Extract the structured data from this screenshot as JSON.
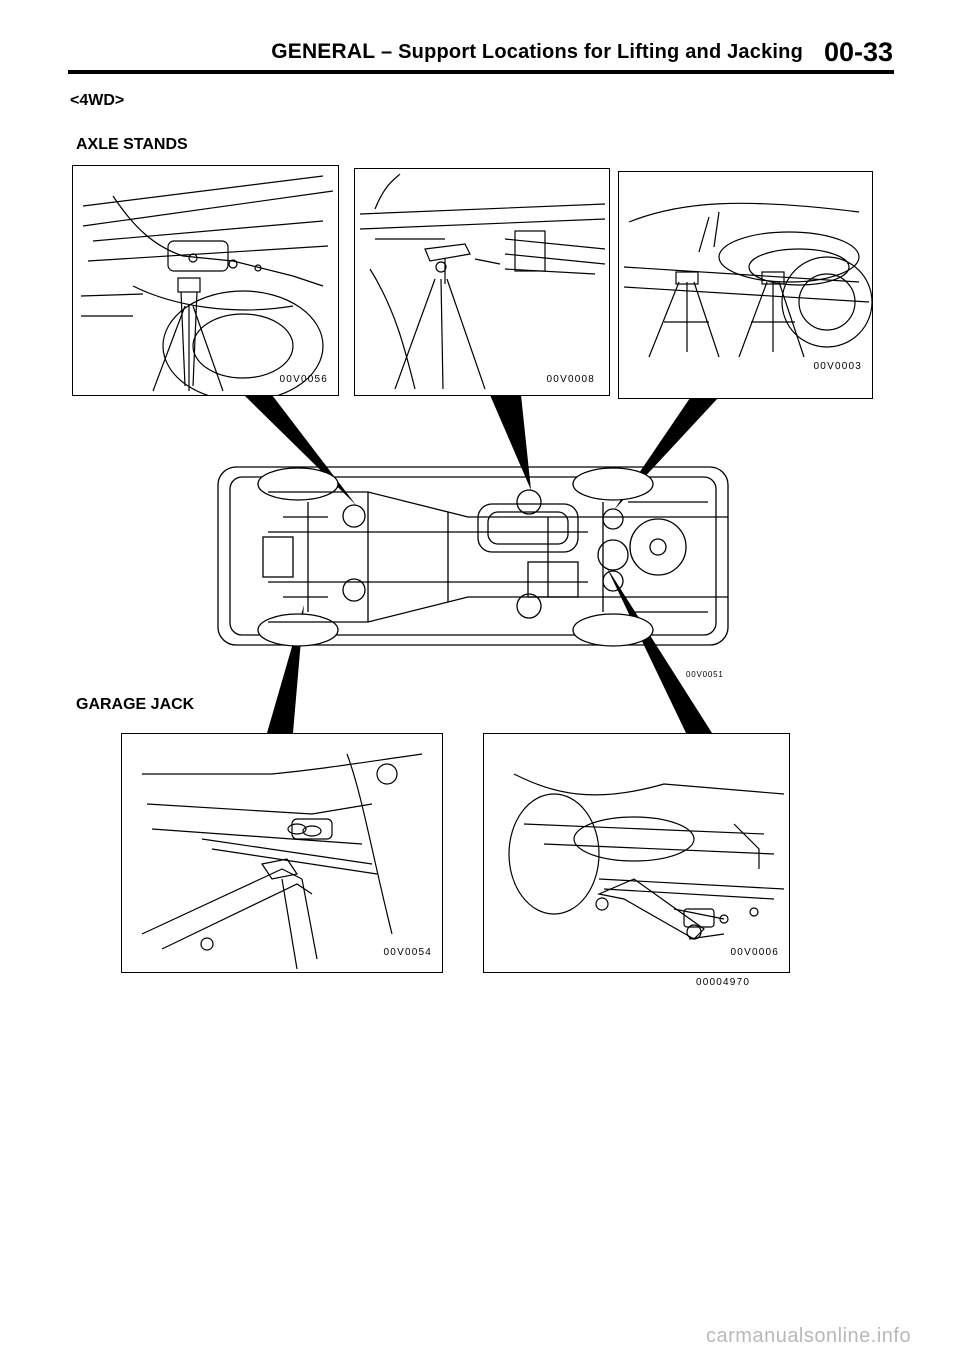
{
  "header": {
    "title_main": "GENERAL",
    "title_sep": " – ",
    "title_sub": "Support Locations for Lifting and Jacking",
    "page_number": "00-33"
  },
  "variant_label": "<4WD>",
  "sections": {
    "axle_stands": "AXLE STANDS",
    "garage_jack": "GARAGE JACK"
  },
  "figures": {
    "axle_1": "00V0056",
    "axle_2": "00V0008",
    "axle_3": "00V0003",
    "underbody": "00V0051",
    "jack_1": "00V0054",
    "jack_2": "00V0006",
    "sheet": "00004970"
  },
  "footer": {
    "watermark": "carmanualsonline.info"
  }
}
